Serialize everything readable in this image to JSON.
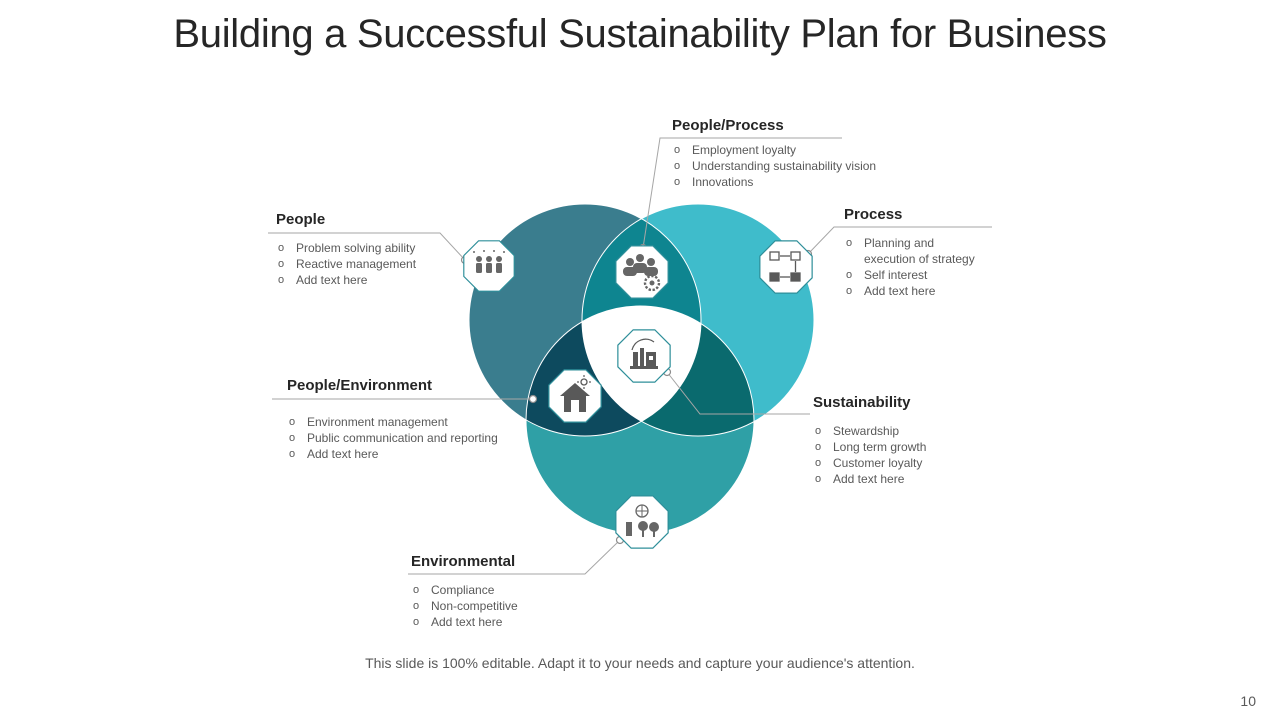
{
  "title": "Building a Successful Sustainability Plan for Business",
  "sections": {
    "people_process": {
      "heading": "People/Process",
      "items": [
        "Employment loyalty",
        "Understanding  sustainability vision",
        "Innovations"
      ]
    },
    "people": {
      "heading": "People",
      "items": [
        "Problem solving ability",
        "Reactive  management",
        "Add text here"
      ]
    },
    "process": {
      "heading": "Process",
      "items": [
        "Planning and",
        "execution of strategy",
        "Self interest",
        "Add text here"
      ]
    },
    "people_environment": {
      "heading": "People/Environment",
      "items": [
        "Environment  management",
        "Public communication and reporting",
        "Add text here"
      ]
    },
    "sustainability": {
      "heading": "Sustainability",
      "items": [
        "Stewardship",
        "Long term growth",
        "Customer loyalty",
        "Add text here"
      ]
    },
    "environmental": {
      "heading": "Environmental",
      "items": [
        "Compliance",
        "Non-competitive",
        "Add text here"
      ]
    }
  },
  "colors": {
    "people_circle": "#3a7d8e",
    "process_circle": "#3fbccb",
    "environment_circle": "#2fa0a6",
    "people_process_overlap": "#0e8590",
    "people_environment_overlap": "#0d4a5e",
    "process_environment_overlap": "#0a6a6e",
    "center": "#ffffff"
  },
  "icons": {
    "people": "group-of-people-icon",
    "process": "process-flow-icon",
    "people_process": "team-with-gear-icon",
    "people_environment": "eco-house-icon",
    "environmental": "trees-and-globe-icon",
    "sustainability": "sustainable-factory-icon"
  },
  "footer": "This slide is 100% editable. Adapt it to your needs and capture your audience's attention.",
  "page_number": "10"
}
